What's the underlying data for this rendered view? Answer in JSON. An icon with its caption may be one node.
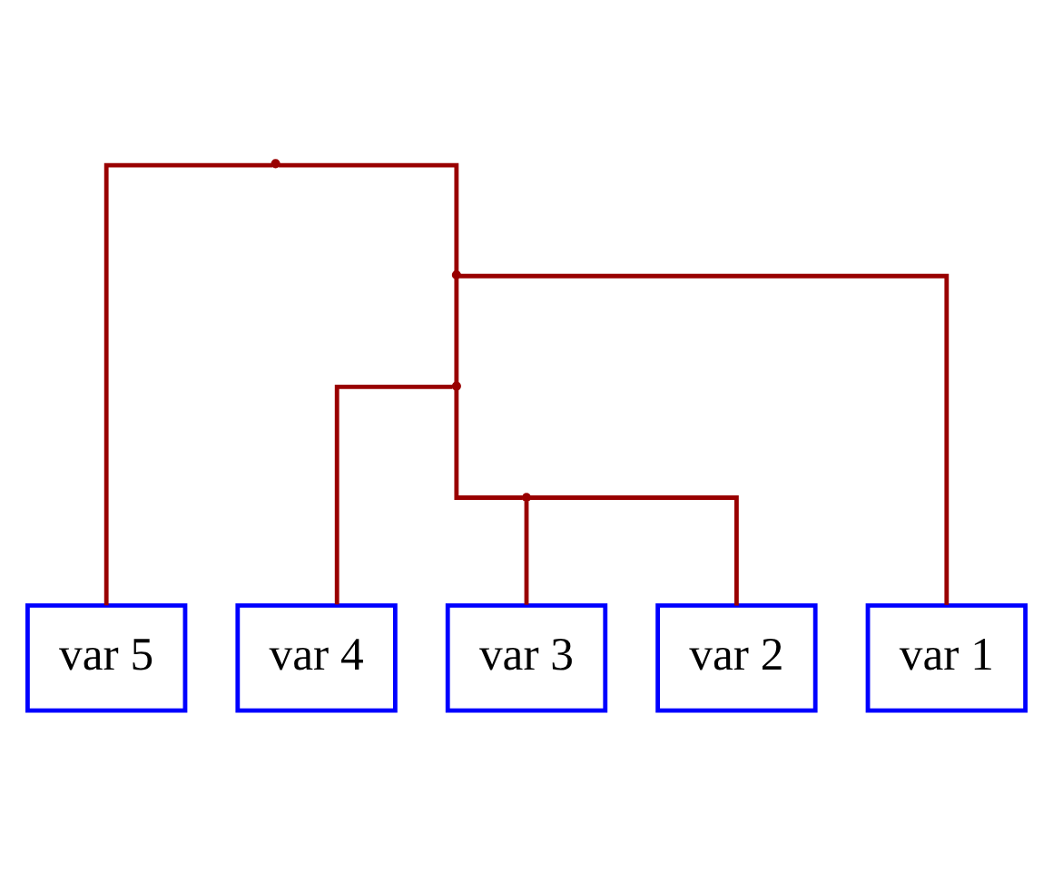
{
  "diagram": {
    "nodes": [
      {
        "text": [
          "var 5"
        ]
      },
      {
        "text": [
          "var 4"
        ]
      },
      {
        "text": [
          "var 3"
        ]
      },
      {
        "text": [
          "var 2"
        ]
      },
      {
        "text": [
          "var 1"
        ]
      },
      {
        "text": [],
        "shape": "point"
      },
      {
        "text": [],
        "shape": "point"
      },
      {
        "text": [],
        "shape": "point"
      },
      {
        "text": [],
        "shape": "point"
      }
    ],
    "edges": [
      {
        "from": 5,
        "to": 0,
        "arrow": "none"
      },
      {
        "from": 5,
        "to": 6,
        "arrow": "none"
      },
      {
        "from": 6,
        "to": 7,
        "arrow": "none"
      },
      {
        "from": 6,
        "to": 4,
        "arrow": "none"
      },
      {
        "from": 7,
        "to": 1,
        "arrow": "none"
      },
      {
        "from": 7,
        "to": 8,
        "arrow": "none"
      },
      {
        "from": 8,
        "to": 2,
        "arrow": "none"
      },
      {
        "from": 8,
        "to": 3,
        "arrow": "none"
      }
    ]
  }
}
